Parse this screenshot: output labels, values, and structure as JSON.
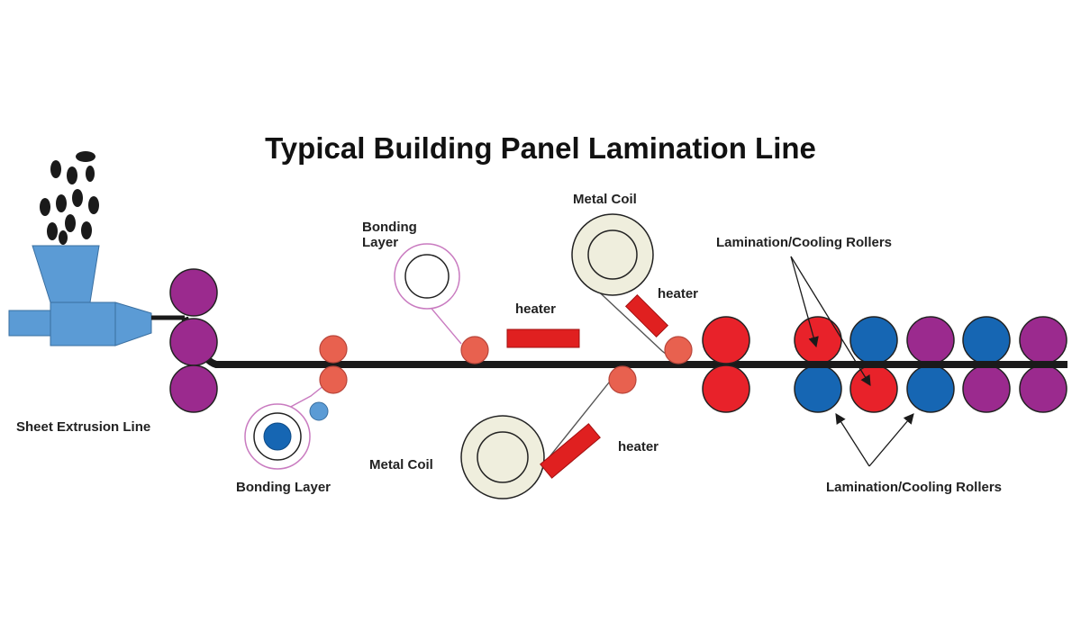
{
  "title": "Typical Building Panel Lamination Line",
  "labels": {
    "sheet_extrusion": "Sheet Extrusion Line",
    "bonding_layer_top": "Bonding\nLayer",
    "bonding_layer_bottom": "Bonding Layer",
    "metal_coil_top": "Metal Coil",
    "metal_coil_bottom": "Metal Coil",
    "heater_left": "heater",
    "heater_top_right": "heater",
    "heater_bottom": "heater",
    "lamination_rollers_top": "Lamination/Cooling Rollers",
    "lamination_rollers_bottom": "Lamination/Cooling Rollers"
  },
  "colors": {
    "extruder": "#5b9bd5",
    "purple_roller": "#9b2a8e",
    "blue_roller": "#1666b3",
    "red_roller": "#e8222a",
    "salmon_roller": "#e8614f",
    "coil_fill": "#efeedd",
    "line": "#1a1a1a",
    "film": "#c97bc0",
    "heater": "#e02020"
  }
}
